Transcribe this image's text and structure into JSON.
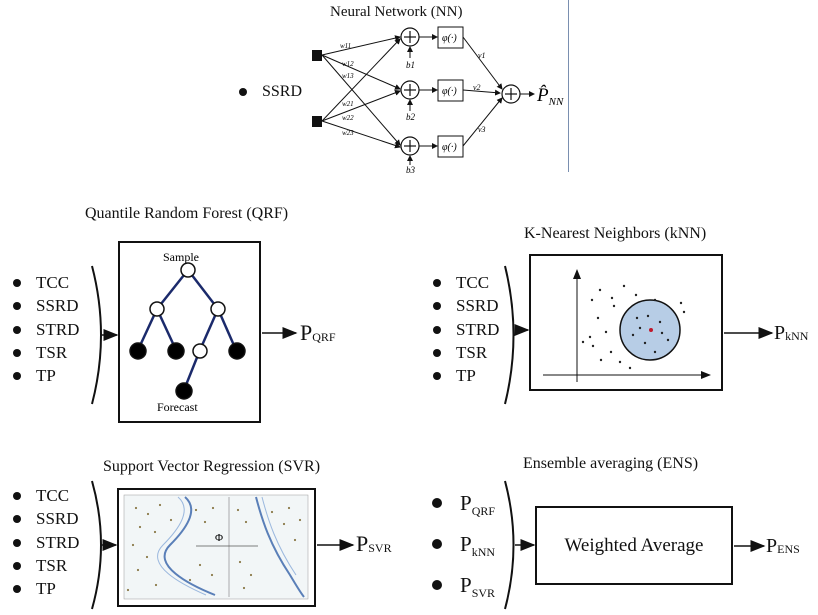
{
  "nn": {
    "title": "Neural Network (NN)",
    "input": "SSRD",
    "weights": [
      "w11",
      "w12",
      "w13",
      "w21",
      "w22",
      "w23"
    ],
    "biases": [
      "b1",
      "b2",
      "b3"
    ],
    "activation": "φ(·)",
    "outputs_v": [
      "v1",
      "v2",
      "v3"
    ],
    "output": "P̂",
    "output_sub": "NN"
  },
  "qrf": {
    "title": "Quantile Random Forest (QRF)",
    "inputs": [
      "TCC",
      "SSRD",
      "STRD",
      "TSR",
      "TP"
    ],
    "tree_top": "Sample",
    "tree_bottom": "Forecast",
    "output": "P",
    "output_sub": "QRF"
  },
  "knn": {
    "title": "K-Nearest Neighbors (kNN)",
    "inputs": [
      "TCC",
      "SSRD",
      "STRD",
      "TSR",
      "TP"
    ],
    "output": "P",
    "output_sub": "kNN"
  },
  "svr": {
    "title": "Support Vector Regression  (SVR)",
    "inputs": [
      "TCC",
      "SSRD",
      "STRD",
      "TSR",
      "TP"
    ],
    "phi": "Φ",
    "output": "P",
    "output_sub": "SVR"
  },
  "ens": {
    "title": "Ensemble averaging (ENS)",
    "inputs": [
      {
        "main": "P",
        "sub": "QRF"
      },
      {
        "main": "P",
        "sub": "kNN"
      },
      {
        "main": "P",
        "sub": "SVR"
      }
    ],
    "box_label": "Weighted Average",
    "output": "P",
    "output_sub": "ENS"
  }
}
